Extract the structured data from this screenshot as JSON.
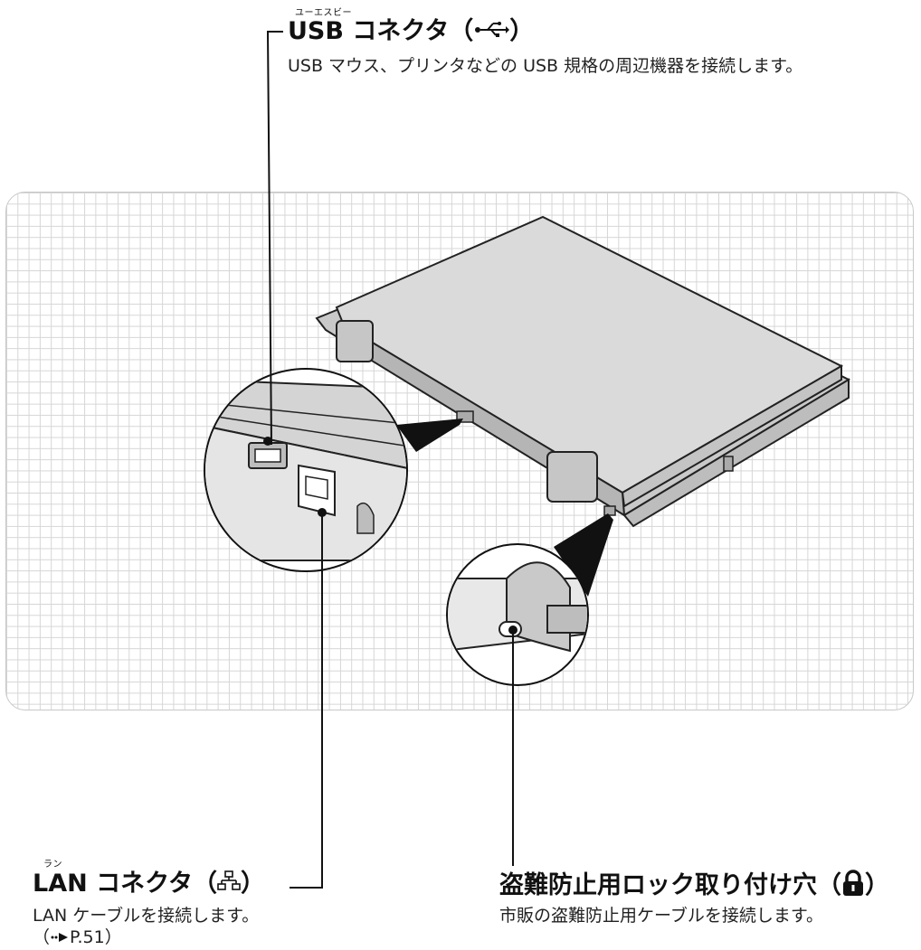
{
  "usb": {
    "ruby": "ユーエスビー",
    "title": "USB コネクタ（",
    "title_close": "）",
    "icon": "usb-icon",
    "description": "USB マウス、プリンタなどの USB 規格の周辺機器を接続します。"
  },
  "lan": {
    "ruby": "ラン",
    "title": "LAN コネクタ（",
    "title_close": "）",
    "icon": "lan-network-icon",
    "description": "LAN ケーブルを接続します。",
    "reference": "（",
    "reference_page": "P.51",
    "reference_close": "）"
  },
  "lock": {
    "title": "盗難防止用ロック取り付け穴（",
    "title_close": "）",
    "icon": "padlock-icon",
    "description": "市販の盗難防止用ケーブルを接続します。"
  },
  "colors": {
    "laptop_body": "#d9d9d9",
    "laptop_edge": "#bdbdbd",
    "grid": "#d6d6d6",
    "line": "#111111"
  }
}
